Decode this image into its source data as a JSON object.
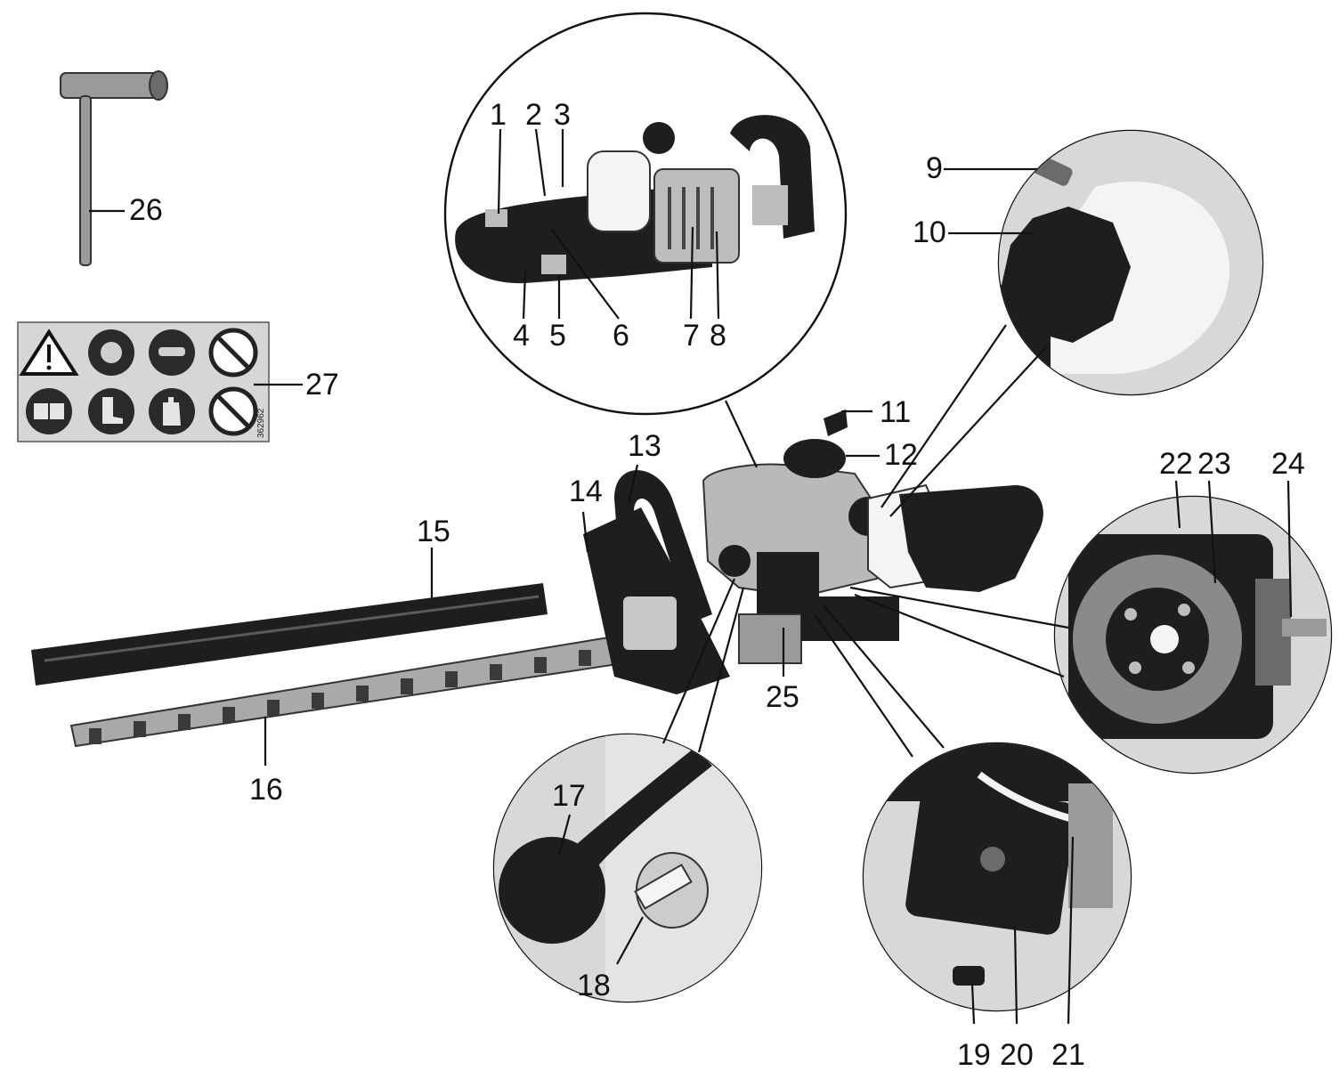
{
  "labels": {
    "l1": "1",
    "l2": "2",
    "l3": "3",
    "l4": "4",
    "l5": "5",
    "l6": "6",
    "l7": "7",
    "l8": "8",
    "l9": "9",
    "l10": "10",
    "l11": "11",
    "l12": "12",
    "l13": "13",
    "l14": "14",
    "l15": "15",
    "l16": "16",
    "l17": "17",
    "l18": "18",
    "l19": "19",
    "l20": "20",
    "l21": "21",
    "l22": "22",
    "l23": "23",
    "l24": "24",
    "l25": "25",
    "l26": "26",
    "l27": "27"
  },
  "sticker": {
    "code": "362962"
  },
  "colors": {
    "ink": "#111111",
    "sticker_bg": "#d6d6d6",
    "photo_bg": "#d8d8d8"
  }
}
